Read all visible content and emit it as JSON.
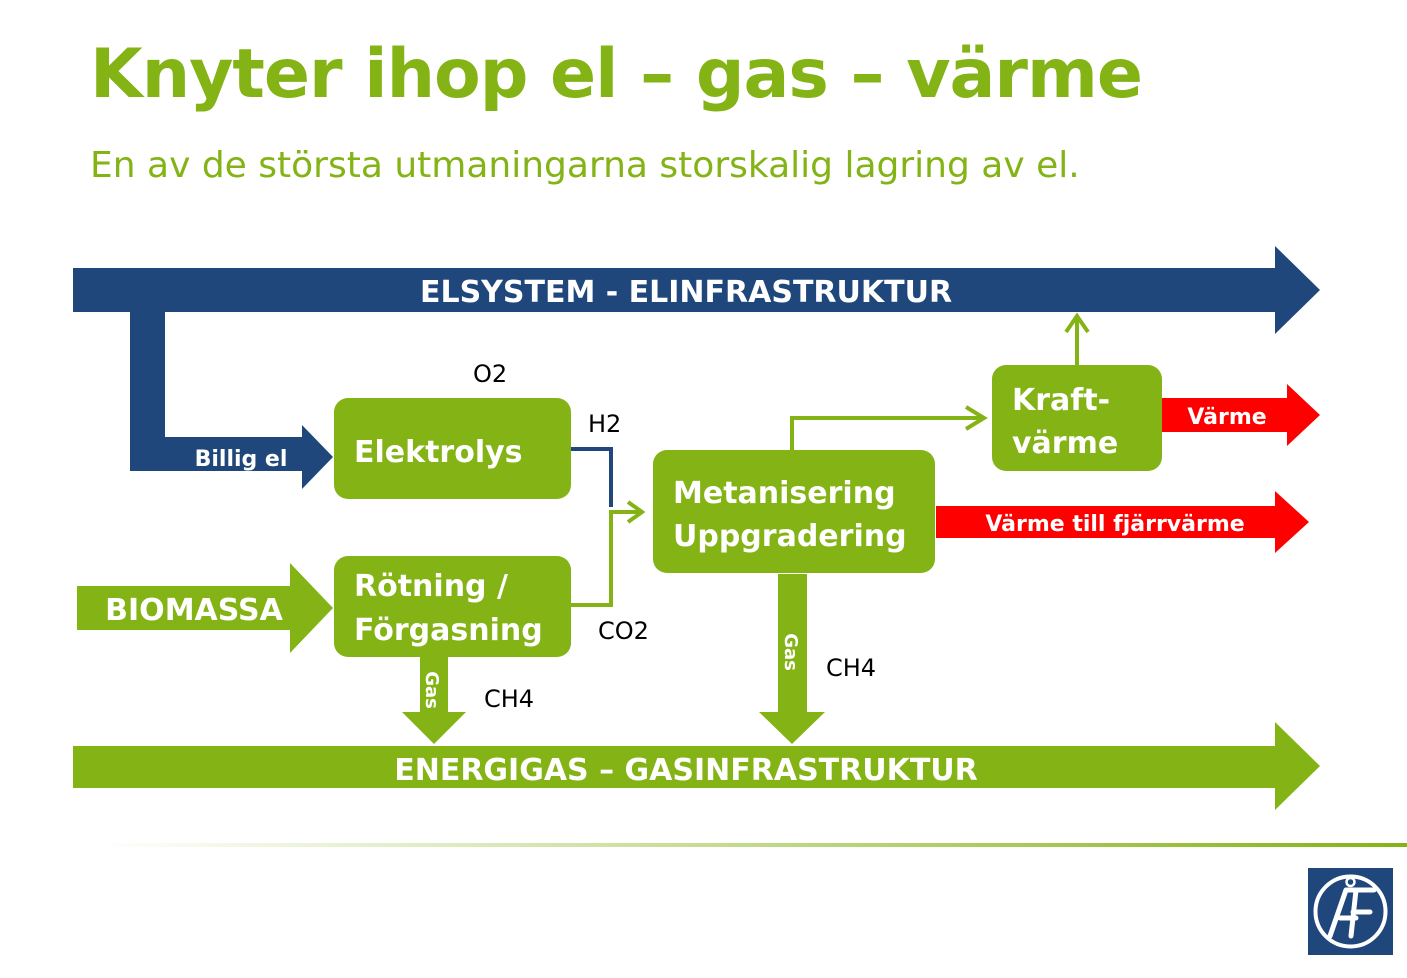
{
  "title": "Knyter ihop el – gas – värme",
  "subtitle": "En av de största utmaningarna storskalig lagring av el.",
  "colors": {
    "green": "#84b315",
    "navy": "#1f477b",
    "red": "#ff0000",
    "white": "#ffffff"
  },
  "diagram": {
    "el_band": "ELSYSTEM - ELINFRASTRUKTUR",
    "gas_band": "ENERGIGAS – GASINFRASTRUKTUR",
    "billig_el": "Billig el",
    "biomassa": "BIOMASSA",
    "elektrolys": "Elektrolys",
    "rotning_l1": "Rötning /",
    "rotning_l2": "Förgasning",
    "metan_l1": "Metanisering",
    "metan_l2": "Uppgradering",
    "kraft_l1": "Kraft-",
    "kraft_l2": "värme",
    "varme": "Värme",
    "varme_fjarr": "Värme till fjärrvärme",
    "o2": "O2",
    "h2": "H2",
    "co2": "CO2",
    "ch4_left": "CH4",
    "ch4_right": "CH4",
    "gas_left": "Gas",
    "gas_right": "Gas"
  },
  "logo": {
    "name": "ÅF logo"
  }
}
